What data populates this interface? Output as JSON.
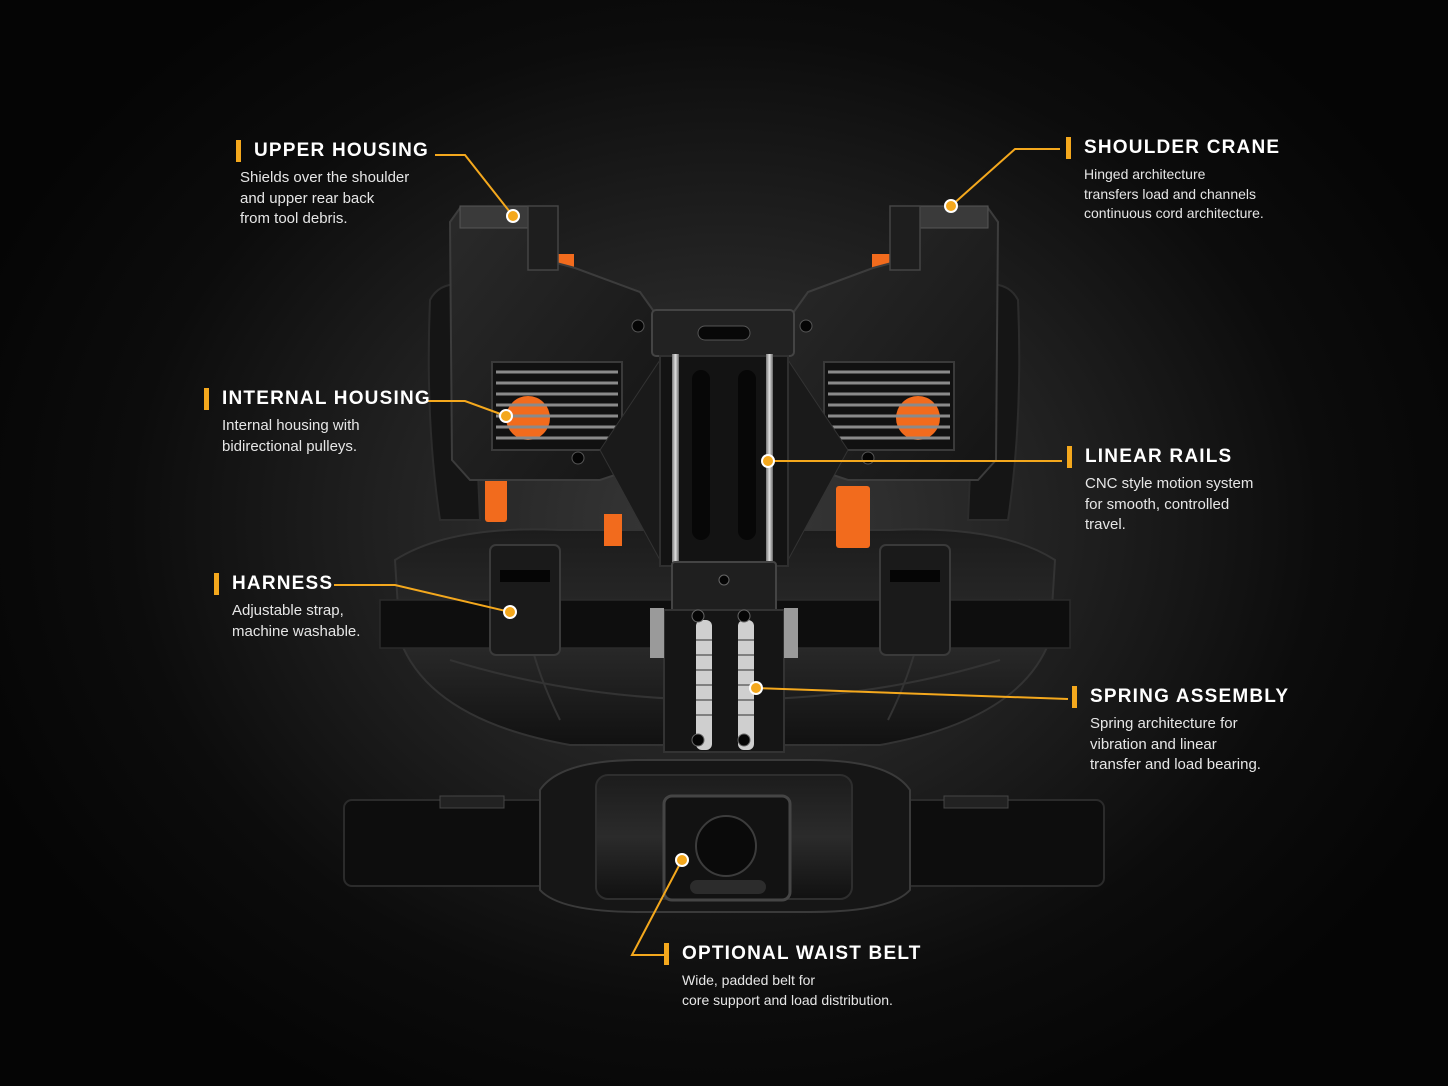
{
  "accent_color": "#f4a81d",
  "product_accent_color": "#f26b1d",
  "callouts": {
    "upper_housing": {
      "title": "UPPER HOUSING",
      "lines": [
        "Shields over the shoulder",
        "and upper rear back",
        "from tool debris."
      ]
    },
    "shoulder_crane": {
      "title": "SHOULDER CRANE",
      "lines": [
        "Hinged architecture",
        "transfers load and channels",
        "continuous cord architecture."
      ]
    },
    "internal_housing": {
      "title": "INTERNAL HOUSING",
      "lines": [
        "Internal housing with",
        "bidirectional pulleys."
      ]
    },
    "linear_rails": {
      "title": "LINEAR RAILS",
      "lines": [
        "CNC style motion system",
        "for smooth, controlled",
        "travel."
      ]
    },
    "harness": {
      "title": "HARNESS",
      "lines": [
        "Adjustable strap,",
        "machine washable."
      ]
    },
    "spring_assembly": {
      "title": "SPRING ASSEMBLY",
      "lines": [
        "Spring architecture for",
        "vibration and linear",
        "transfer and load bearing."
      ]
    },
    "optional_waist_belt": {
      "title": "OPTIONAL WAIST BELT",
      "lines": [
        "Wide, padded belt for",
        "core support and load distribution."
      ]
    }
  }
}
